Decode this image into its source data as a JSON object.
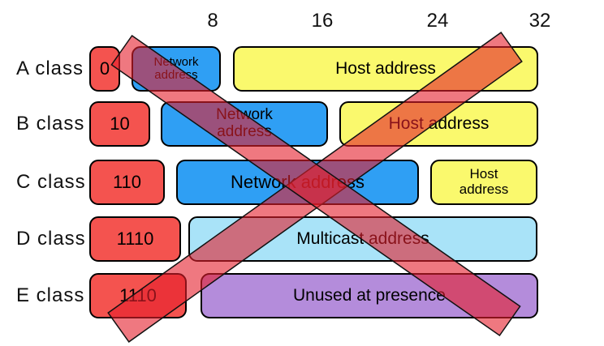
{
  "diagram": {
    "ruler_ticks": [
      "8",
      "16",
      "24",
      "32"
    ],
    "rows": [
      {
        "label": "A class",
        "prefix": "0",
        "network": "Network\naddress",
        "host": "Host address"
      },
      {
        "label": "B class",
        "prefix": "10",
        "network": "Network\naddress",
        "host": "Host address"
      },
      {
        "label": "C class",
        "prefix": "110",
        "network": "Network address",
        "host": "Host\naddress"
      },
      {
        "label": "D class",
        "prefix": "1110",
        "special": "Multicast address"
      },
      {
        "label": "E class",
        "prefix": "1110",
        "special": "Unused at presence"
      }
    ],
    "overlay": "red-cross-out",
    "colors": {
      "prefix_box": "#F4534F",
      "network_box": "#2F9FF4",
      "host_box": "#FAF96D",
      "multicast_box": "#A9E3F8",
      "unused_box": "#B48CDB",
      "box_border": "#000000",
      "cross_fill": "rgba(229,30,44,0.6)",
      "cross_outline": "#111111"
    }
  }
}
